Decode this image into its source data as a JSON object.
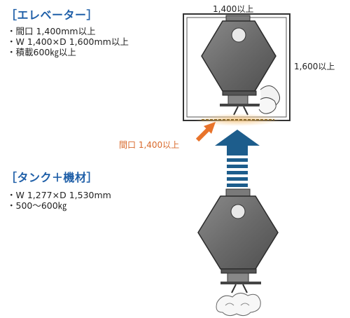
{
  "elevator": {
    "heading": "［エレベーター］",
    "specs": [
      "・間口 1,400mm以上",
      "・W 1,400×D 1,600mm以上",
      "・積載600㎏以上"
    ],
    "width_label": "1,400以上",
    "depth_label": "1,600以上",
    "opening_label": "間口 1,400以上"
  },
  "tank": {
    "heading": "［タンク＋機材］",
    "specs": [
      "・W 1,277×D 1,530mm",
      "・500～600㎏"
    ]
  },
  "colors": {
    "heading": "#1f5fa8",
    "arrow_blue": "#1d5d8c",
    "arrow_orange": "#e8732a",
    "opening_highlight": "#f5c98a",
    "tank_body": "#6d6d6d",
    "opening_text": "#d9692b"
  }
}
